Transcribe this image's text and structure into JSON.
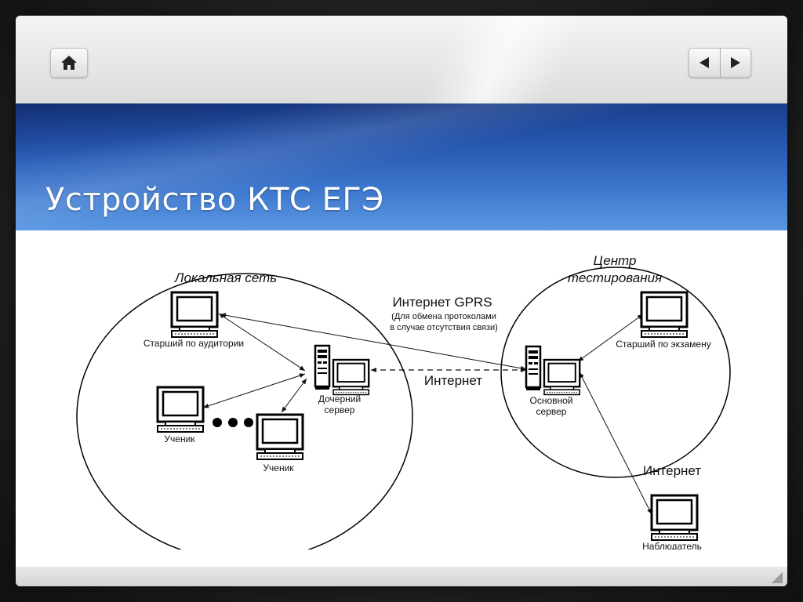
{
  "slide": {
    "title": "Устройство КТС ЕГЭ"
  },
  "navigation": {
    "home_icon": "home-icon",
    "prev_icon": "arrow-left-icon",
    "next_icon": "arrow-right-icon"
  },
  "diagram": {
    "local_network_label": "Локальная сеть",
    "test_center_label_line1": "Центр",
    "test_center_label_line2": "тестирования",
    "senior_auditorium_label": "Старший по аудитории",
    "student_label_1": "Ученик",
    "student_label_2": "Ученик",
    "child_server_line1": "Дочерний",
    "child_server_line2": "сервер",
    "gprs_label": "Интернет GPRS",
    "gprs_note_line1": "(Для обмена протоколами",
    "gprs_note_line2": "в случае отсутствия связи)",
    "internet_label_1": "Интернет",
    "main_server_line1": "Основной",
    "main_server_line2": "сервер",
    "senior_exam_label": "Старший по экзамену",
    "internet_label_2": "Интернет",
    "observer_label": "Наблюдатель"
  }
}
